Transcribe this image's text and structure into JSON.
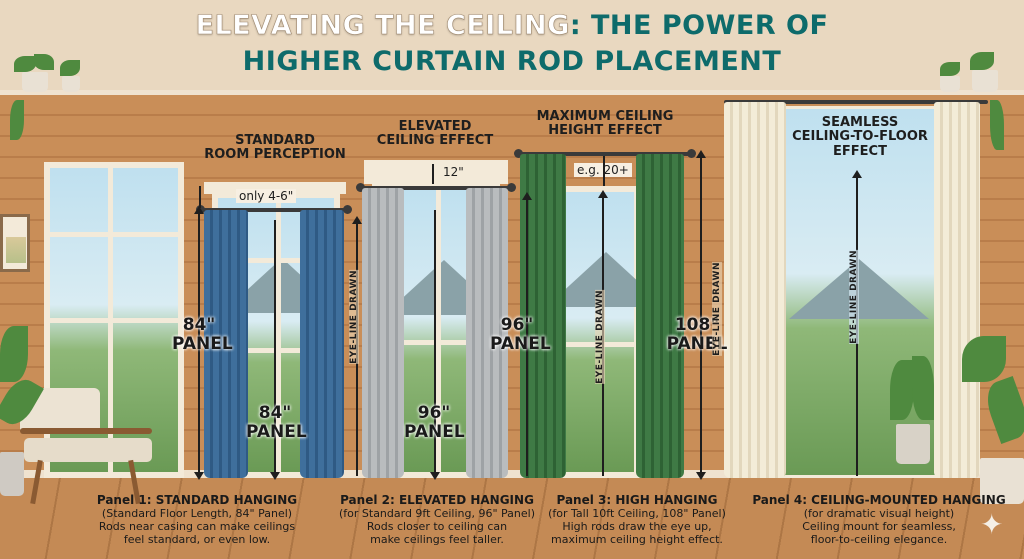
{
  "title": {
    "line1_a": "ELEVATING THE CEILING",
    "line1_b": ": THE POWER OF",
    "line2": "HIGHER CURTAIN ROD PLACEMENT"
  },
  "panels": [
    {
      "heading": "STANDARD\nROOM PERCEPTION",
      "gap": "only 4-6\"",
      "panel_label_left": "84\"\nPANEL",
      "panel_label_center": "84\"\nPANEL",
      "eye_line": "EYE-LINE DRAWN",
      "caption_title": "Panel 1: STANDARD HANGING",
      "caption_lines": [
        "(Standard Floor Length, 84\" Panel)",
        "Rods near casing can make ceilings",
        "feel standard, or even low."
      ]
    },
    {
      "heading": "ELEVATED\nCEILING EFFECT",
      "gap": "12\"",
      "panel_label_left": "96\"\nPANEL",
      "panel_label_center": "96\"\nPANEL",
      "caption_title": "Panel 2: ELEVATED HANGING",
      "caption_lines": [
        "(for Standard 9ft Ceiling, 96\" Panel)",
        "Rods closer to ceiling can",
        "make ceilings feel taller."
      ]
    },
    {
      "heading": "MAXIMUM CEILING\nHEIGHT EFFECT",
      "gap": "e.g. 20+",
      "panel_label_left": "108\"\nPANEL",
      "eye_line": "EYE-LINE DRAWN",
      "eye_line_right": "EYE-LINE DRAWN",
      "caption_title": "Panel 3: HIGH HANGING",
      "caption_lines": [
        "(for Tall 10ft Ceiling, 108\" Panel)",
        "High rods draw the eye up,",
        "maximum ceiling height effect."
      ]
    },
    {
      "heading": "SEAMLESS\nCEILING-TO-FLOOR\nEFFECT",
      "eye_line": "EYE-LINE DRAWN",
      "caption_title": "Panel 4: CEILING-MOUNTED HANGING",
      "caption_lines": [
        "(for dramatic visual height)",
        "Ceiling mount for seamless,",
        "floor-to-ceiling elegance."
      ]
    }
  ],
  "colors": {
    "accent_teal": "#0e6b6b",
    "wall": "#c98e58",
    "blue_curtain": "#3f6f9c",
    "grey_curtain": "#b9bcbe",
    "green_curtain": "#3f7a45",
    "cream_curtain": "#f3ecd8"
  }
}
